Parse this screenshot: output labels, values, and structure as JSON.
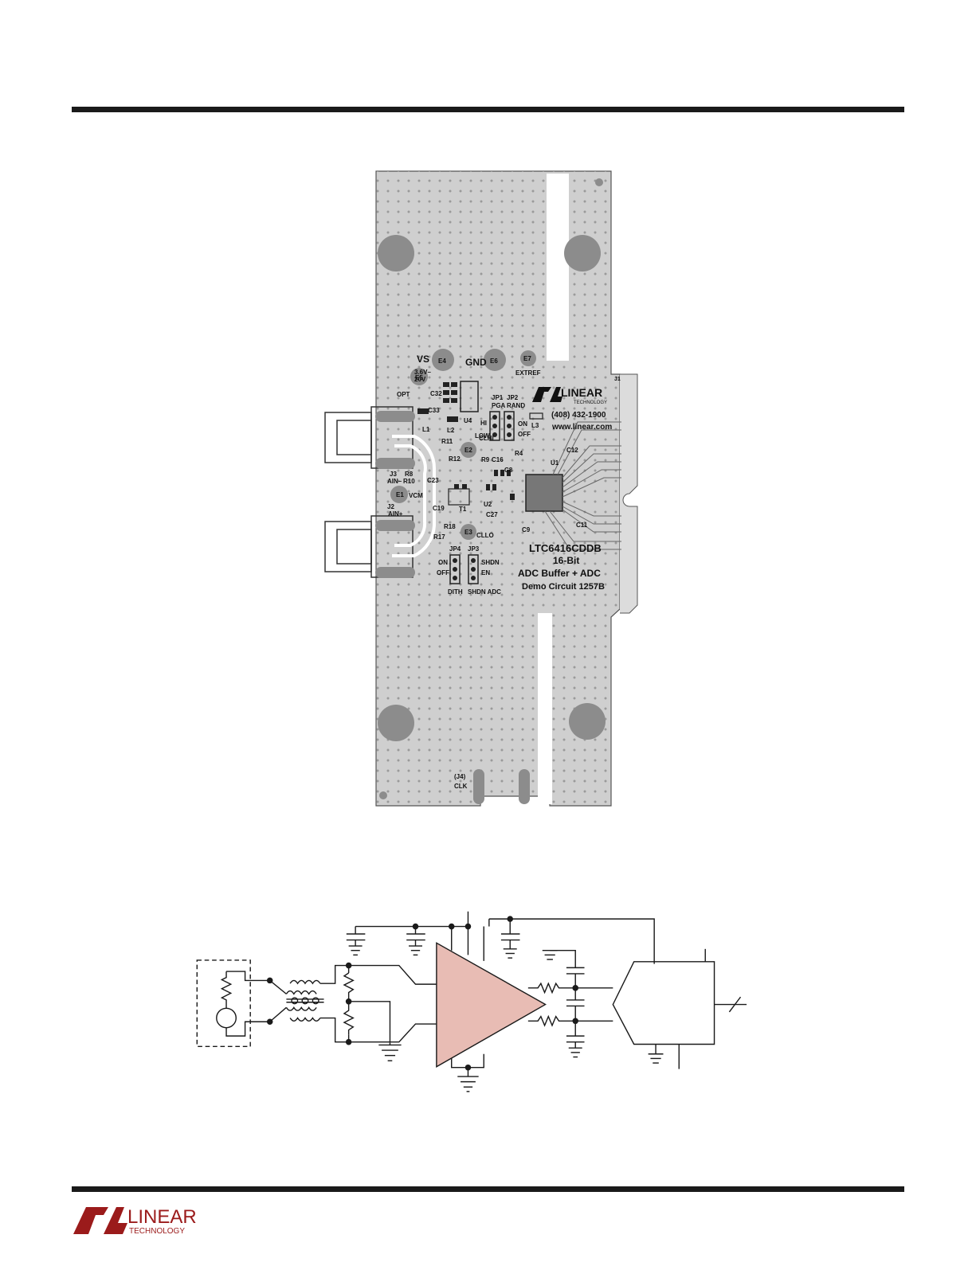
{
  "board": {
    "labels": {
      "vs": "VS",
      "e4": "E4",
      "gnd": "GND",
      "e6": "E6",
      "e7": "E7",
      "extref": "EXTREF",
      "vrange": "3.6V–\n20V",
      "opt": "OPT",
      "e5": "E5",
      "c32": "C32",
      "c33": "C33",
      "l1": "L1",
      "l2": "L2",
      "u4": "U4",
      "jp1": "JP1",
      "pga": "PGA",
      "jp2": "JP2",
      "rand": "RAND",
      "hi": "HI",
      "low": "LOW",
      "on2": "ON",
      "off2": "OFF",
      "l3": "L3",
      "phone": "(408) 432-1900",
      "web": "www.linear.com",
      "j1": "J1",
      "r11": "R11",
      "clhi": "CLHI",
      "e2": "E2",
      "r12": "R12",
      "r9": "R9",
      "c16": "C16",
      "r4": "R4",
      "u1": "U1",
      "c12": "C12",
      "j3": "J3",
      "ain_minus": "AIN–",
      "r8": "R8",
      "r10": "R10",
      "c23": "C23",
      "e1": "E1",
      "vcm": "VCM",
      "c19": "C19",
      "t1": "T1",
      "u2": "U2",
      "c27": "C27",
      "c8": "C8",
      "j2": "J2",
      "ain_plus": "AIN+",
      "r18": "R18",
      "r17": "R17",
      "e3": "E3",
      "cllo": "CLLO",
      "c9": "C9",
      "c11": "C11",
      "jp4": "JP4",
      "jp3": "JP3",
      "on4": "ON",
      "off4": "OFF",
      "shdn": "SHDN",
      "en": "EN",
      "dith": "DITH",
      "shdn_adc": "SHDN  ADC",
      "part": "LTC6416CDDB",
      "bits": "16-Bit",
      "desc": "ADC Buffer + ADC",
      "demo": "Demo Circuit 1257B",
      "j4": "(J4)",
      "clk": "CLK"
    },
    "logo": {
      "name": "LINEAR",
      "sub": "TECHNOLOGY"
    }
  },
  "footer": {
    "logo_name": "LINEAR",
    "logo_sub": "TECHNOLOGY"
  },
  "colors": {
    "board": "#c8c8c8",
    "amp_fill": "#e8bcb4",
    "logo_red": "#9b1b1b",
    "ink": "#1a1a1a"
  }
}
